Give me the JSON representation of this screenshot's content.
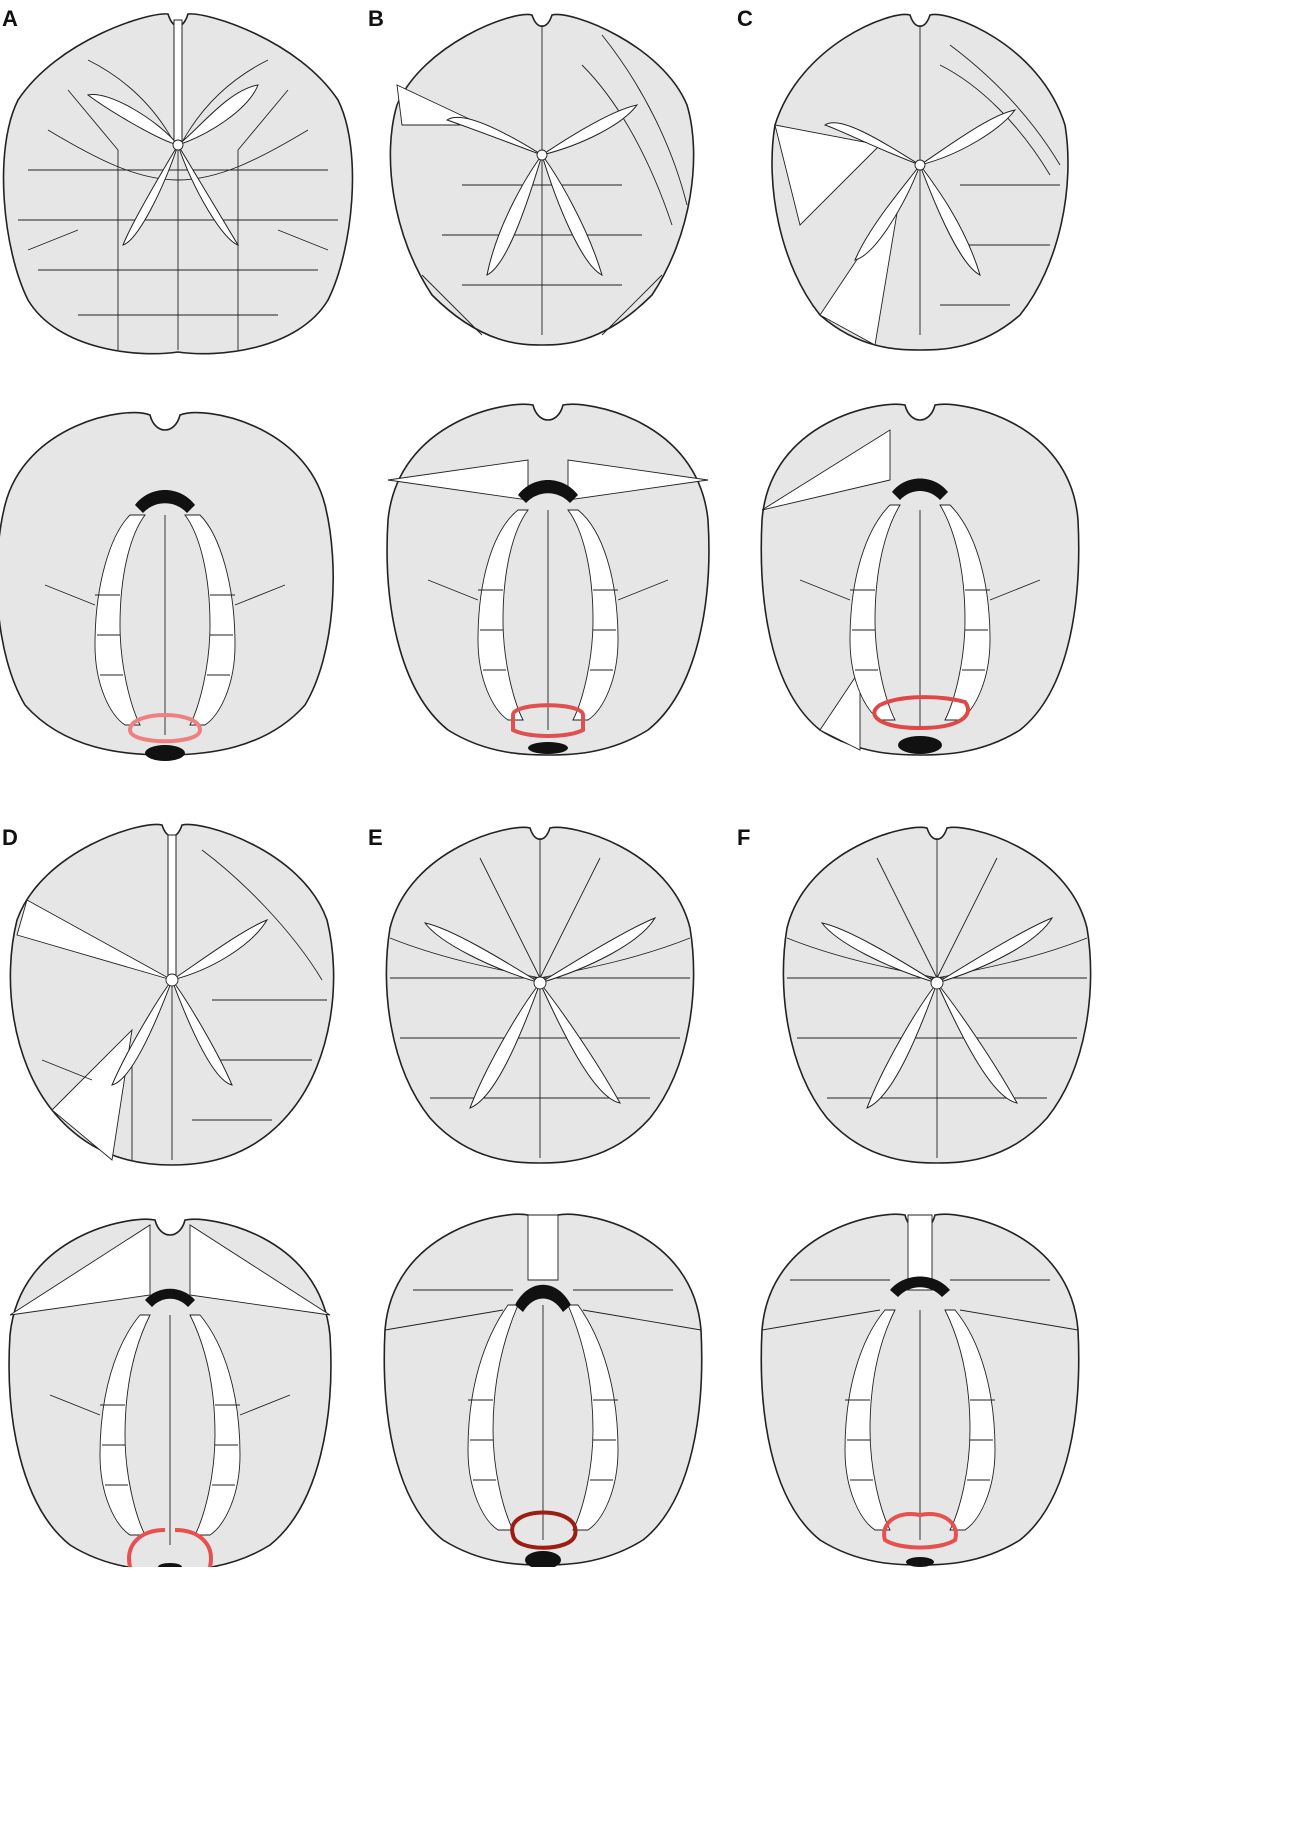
{
  "panels": [
    {
      "label": "A",
      "cx": 0,
      "highlight_color": "#f08080",
      "ab_style": "fine",
      "or_style": "soft"
    },
    {
      "label": "B",
      "highlight_color": "#e05050"
    },
    {
      "label": "C",
      "highlight_color": "#e04848"
    },
    {
      "label": "D",
      "highlight_color": "#e85050"
    },
    {
      "label": "E",
      "highlight_color": "#9b1d14"
    },
    {
      "label": "F",
      "highlight_color": "#e85050"
    }
  ],
  "colors": {
    "test_fill": "#e6e6e6",
    "plate_stroke": "#222222",
    "oral_fill": "#111111"
  }
}
